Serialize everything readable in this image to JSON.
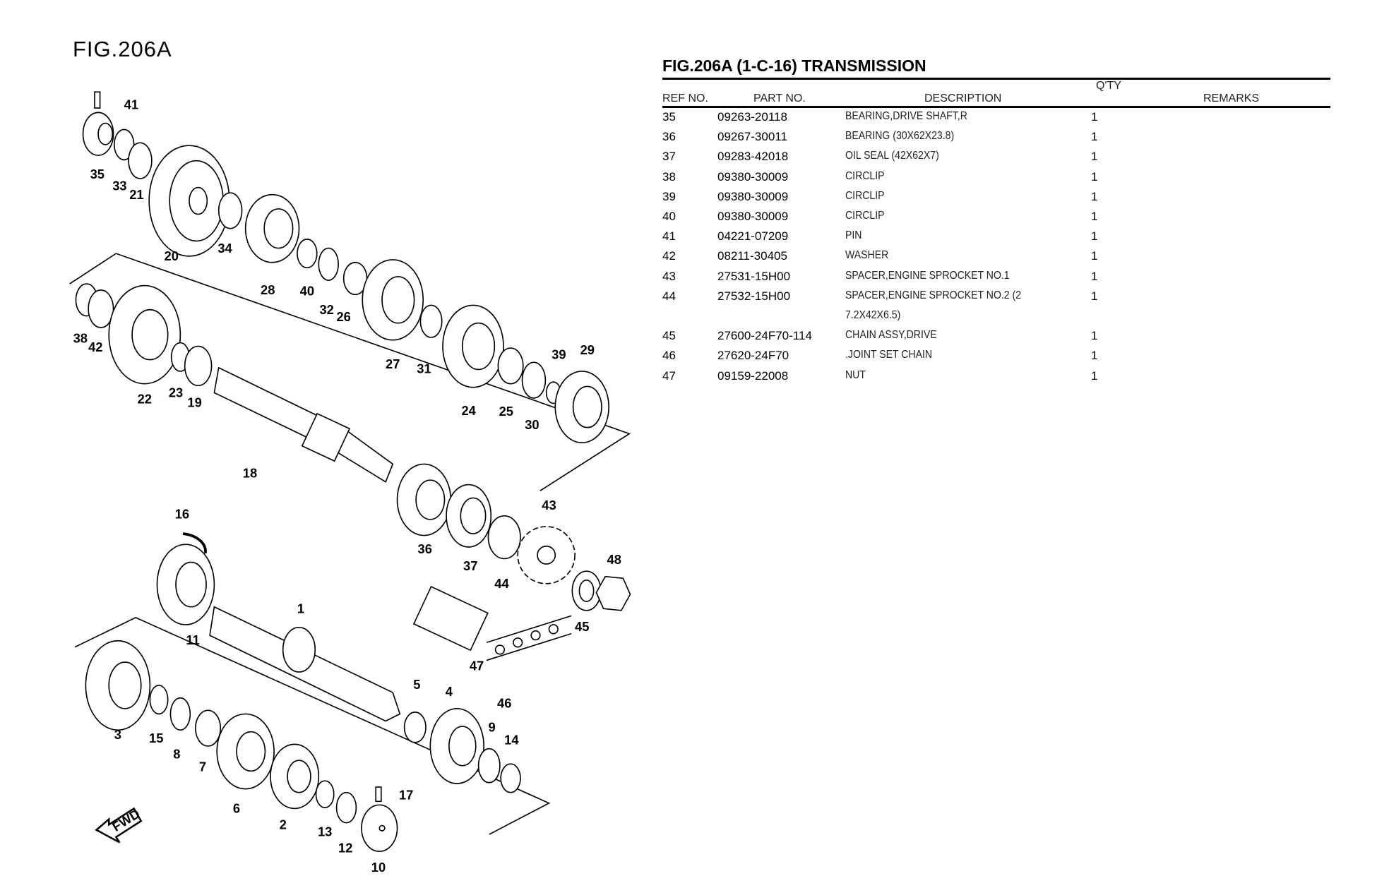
{
  "figure_label": "FIG.206A",
  "table": {
    "title": "FIG.206A (1-C-16) TRANSMISSION",
    "headers": {
      "ref": "REF NO.",
      "part": "PART NO.",
      "description": "DESCRIPTION",
      "qty": "Q'TY",
      "remarks": "REMARKS"
    },
    "rows": [
      {
        "ref": "35",
        "part": "09263-20118",
        "description": "BEARING,DRIVE SHAFT,R",
        "qty": "1",
        "remarks": ""
      },
      {
        "ref": "36",
        "part": "09267-30011",
        "description": "BEARING (30X62X23.8)",
        "qty": "1",
        "remarks": ""
      },
      {
        "ref": "37",
        "part": "09283-42018",
        "description": "OIL SEAL (42X62X7)",
        "qty": "1",
        "remarks": ""
      },
      {
        "ref": "38",
        "part": "09380-30009",
        "description": "CIRCLIP",
        "qty": "1",
        "remarks": ""
      },
      {
        "ref": "39",
        "part": "09380-30009",
        "description": "CIRCLIP",
        "qty": "1",
        "remarks": ""
      },
      {
        "ref": "40",
        "part": "09380-30009",
        "description": "CIRCLIP",
        "qty": "1",
        "remarks": ""
      },
      {
        "ref": "41",
        "part": "04221-07209",
        "description": "PIN",
        "qty": "1",
        "remarks": ""
      },
      {
        "ref": "42",
        "part": "08211-30405",
        "description": "WASHER",
        "qty": "1",
        "remarks": ""
      },
      {
        "ref": "43",
        "part": "27531-15H00",
        "description": "SPACER,ENGINE SPROCKET NO.1",
        "qty": "1",
        "remarks": ""
      },
      {
        "ref": "44",
        "part": "27532-15H00",
        "description": "SPACER,ENGINE SPROCKET NO.2 (2",
        "qty": "1",
        "remarks": ""
      },
      {
        "ref": "",
        "part": "",
        "description": "7.2X42X6.5)",
        "qty": "",
        "remarks": ""
      },
      {
        "ref": "45",
        "part": "27600-24F70-114",
        "description": "CHAIN ASSY,DRIVE",
        "qty": "1",
        "remarks": ""
      },
      {
        "ref": "46",
        "part": "27620-24F70",
        "description": ".JOINT SET CHAIN",
        "qty": "1",
        "remarks": ""
      },
      {
        "ref": "47",
        "part": "09159-22008",
        "description": "NUT",
        "qty": "1",
        "remarks": ""
      }
    ]
  },
  "diagram": {
    "callouts": [
      "41",
      "35",
      "33",
      "21",
      "20",
      "34",
      "28",
      "40",
      "32",
      "26",
      "27",
      "31",
      "24",
      "25",
      "30",
      "39",
      "29",
      "38",
      "42",
      "22",
      "23",
      "19",
      "18",
      "36",
      "37",
      "43",
      "44",
      "48",
      "45",
      "16",
      "11",
      "1",
      "47",
      "46",
      "5",
      "4",
      "9",
      "14",
      "3",
      "15",
      "8",
      "7",
      "6",
      "2",
      "13",
      "12",
      "17",
      "10"
    ],
    "fwd_label": "FWD"
  }
}
